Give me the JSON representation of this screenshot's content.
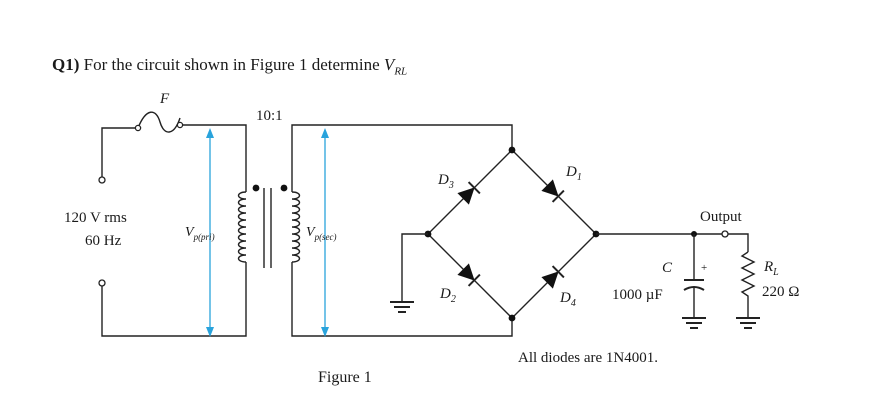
{
  "question": {
    "number": "Q1)",
    "text": "For the circuit shown in Figure 1 determine ",
    "symbol": "V",
    "symbol_sub": "RL"
  },
  "labels": {
    "fuse": "F",
    "ratio": "10:1",
    "source_voltage": "120 V rms",
    "source_freq": "60 Hz",
    "vpri": "V",
    "vpri_sub": "p(pri)",
    "vsec": "V",
    "vsec_sub": "p(sec)",
    "d1": "D",
    "d1_sub": "1",
    "d2": "D",
    "d2_sub": "2",
    "d3": "D",
    "d3_sub": "3",
    "d4": "D",
    "d4_sub": "4",
    "capacitor": "C",
    "cap_value": "1000 µF",
    "cap_plus": "+",
    "output": "Output",
    "resistor": "R",
    "resistor_sub": "L",
    "resistor_value": "220 Ω",
    "note": "All diodes are 1N4001.",
    "figure": "Figure 1"
  },
  "colors": {
    "arrow": "#29a3dc",
    "wire": "#222222"
  }
}
